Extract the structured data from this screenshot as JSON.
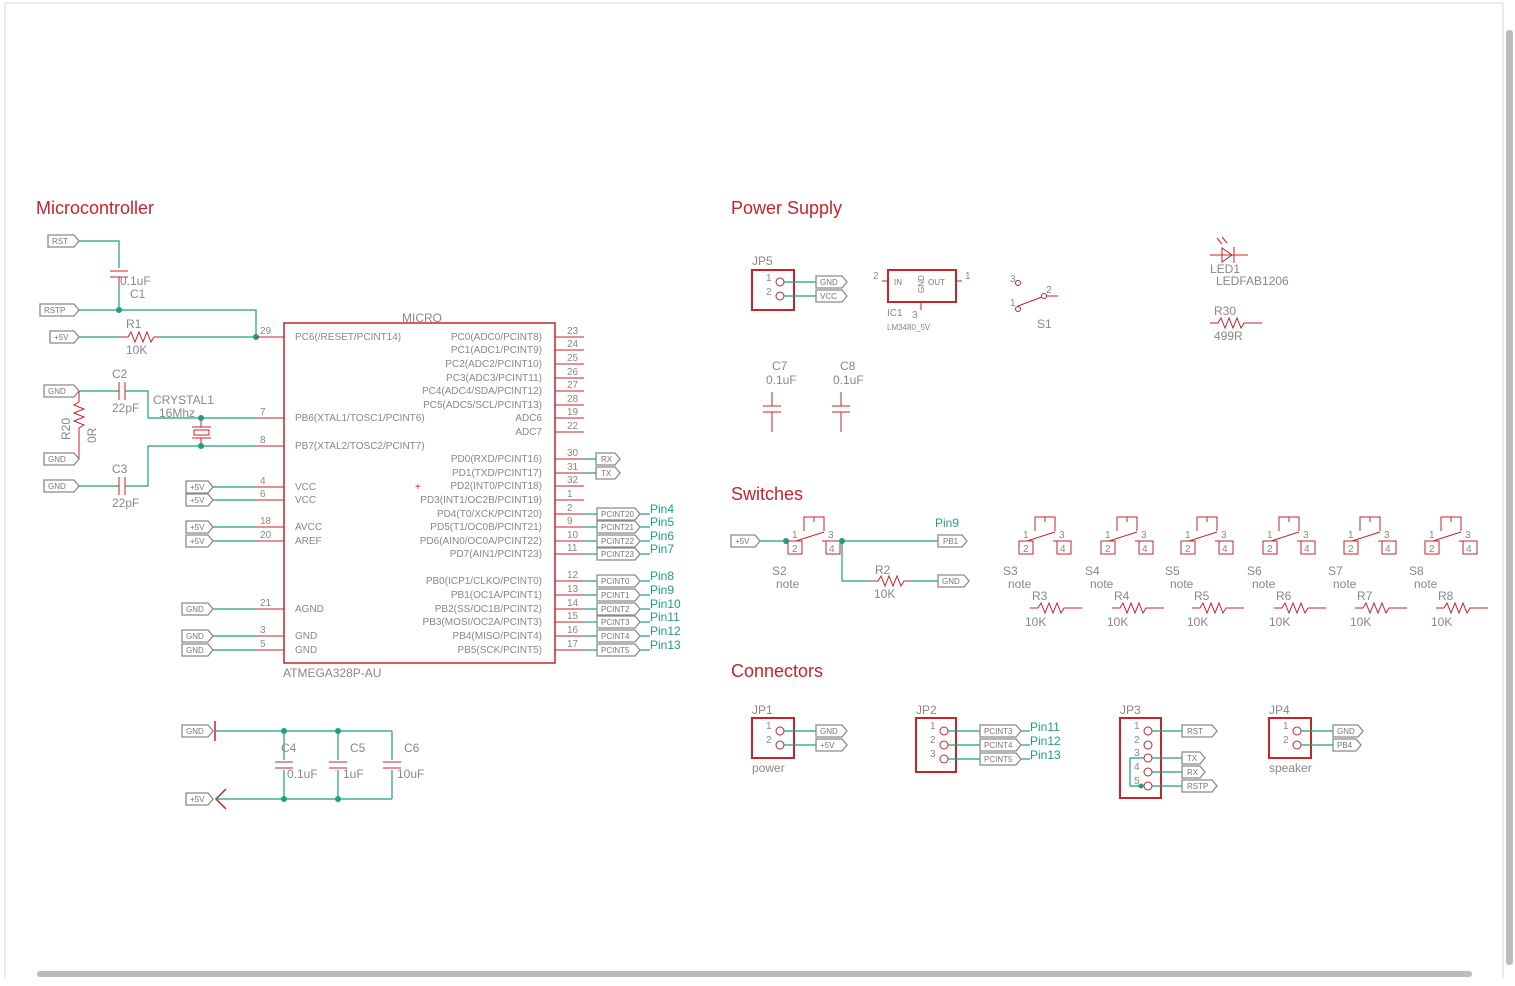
{
  "sections": {
    "microcontroller": "Microcontroller",
    "power_supply": "Power Supply",
    "switches": "Switches",
    "connectors": "Connectors"
  },
  "ports": {
    "rst": "RST",
    "rstp": "RSTP",
    "vcc5": "+5V",
    "gnd": "GND",
    "rx": "RX",
    "tx": "TX",
    "vcc": "VCC",
    "pb1": "PB1",
    "pb4": "PB4"
  },
  "mcu": {
    "name": "MICRO",
    "value": "ATMEGA328P-AU",
    "left_pins": [
      {
        "name": "PC6(/RESET/PCINT14)",
        "num": "29"
      },
      {
        "name": "PB6(XTAL1/TOSC1/PCINT6)",
        "num": "7"
      },
      {
        "name": "PB7(XTAL2/TOSC2/PCINT7)",
        "num": "8"
      },
      {
        "name": "VCC",
        "num": "4"
      },
      {
        "name": "VCC",
        "num": "6"
      },
      {
        "name": "AVCC",
        "num": "18"
      },
      {
        "name": "AREF",
        "num": "20"
      },
      {
        "name": "AGND",
        "num": "21"
      },
      {
        "name": "GND",
        "num": "3"
      },
      {
        "name": "GND",
        "num": "5"
      }
    ],
    "right_pins": [
      {
        "name": "PC0(ADC0/PCINT8)",
        "num": "23"
      },
      {
        "name": "PC1(ADC1/PCINT9)",
        "num": "24"
      },
      {
        "name": "PC2(ADC2/PCINT10)",
        "num": "25"
      },
      {
        "name": "PC3(ADC3/PCINT11)",
        "num": "26"
      },
      {
        "name": "PC4(ADC4/SDA/PCINT12)",
        "num": "27"
      },
      {
        "name": "PC5(ADC5/SCL/PCINT13)",
        "num": "28"
      },
      {
        "name": "ADC6",
        "num": "19"
      },
      {
        "name": "ADC7",
        "num": "22"
      },
      {
        "name": "PD0(RXD/PCINT16)",
        "num": "30"
      },
      {
        "name": "PD1(TXD/PCINT17)",
        "num": "31"
      },
      {
        "name": "PD2(INT0/PCINT18)",
        "num": "32"
      },
      {
        "name": "PD3(INT1/OC2B/PCINT19)",
        "num": "1"
      },
      {
        "name": "PD4(T0/XCK/PCINT20)",
        "num": "2"
      },
      {
        "name": "PD5(T1/OC0B/PCINT21)",
        "num": "9"
      },
      {
        "name": "PD6(AIN0/OC0A/PCINT22)",
        "num": "10"
      },
      {
        "name": "PD7(AIN1/PCINT23)",
        "num": "11"
      },
      {
        "name": "PB0(ICP1/CLKO/PCINT0)",
        "num": "12"
      },
      {
        "name": "PB1(OC1A/PCINT1)",
        "num": "13"
      },
      {
        "name": "PB2(SS/OC1B/PCINT2)",
        "num": "14"
      },
      {
        "name": "PB3(MOSI/OC2A/PCINT3)",
        "num": "15"
      },
      {
        "name": "PB4(MISO/PCINT4)",
        "num": "16"
      },
      {
        "name": "PB5(SCK/PCINT5)",
        "num": "17"
      }
    ]
  },
  "pcint_ports": [
    {
      "port": "PCINT20",
      "net": "Pin4"
    },
    {
      "port": "PCINT21",
      "net": "Pin5"
    },
    {
      "port": "PCINT22",
      "net": "Pin6"
    },
    {
      "port": "PCINT23",
      "net": "Pin7"
    },
    {
      "port": "PCINT0",
      "net": "Pin8"
    },
    {
      "port": "PCINT1",
      "net": "Pin9"
    },
    {
      "port": "PCINT2",
      "net": "Pin10"
    },
    {
      "port": "PCINT3",
      "net": "Pin11"
    },
    {
      "port": "PCINT4",
      "net": "Pin12"
    },
    {
      "port": "PCINT5",
      "net": "Pin13"
    }
  ],
  "parts": {
    "c1": {
      "name": "C1",
      "value": "0.1uF"
    },
    "r1": {
      "name": "R1",
      "value": "10K"
    },
    "c2": {
      "name": "C2",
      "value": "22pF"
    },
    "c3": {
      "name": "C3",
      "value": "22pF"
    },
    "r20": {
      "name": "R20",
      "value": "0R"
    },
    "crystal": {
      "name": "CRYSTAL1",
      "value": "16Mhz"
    },
    "c4": {
      "name": "C4",
      "value": "0.1uF"
    },
    "c5": {
      "name": "C5",
      "value": "1uF"
    },
    "c6": {
      "name": "C6",
      "value": "10uF"
    },
    "jp5": {
      "name": "JP5"
    },
    "ic1": {
      "name": "IC1",
      "value": "LM3480_5V",
      "in": "IN",
      "out": "OUT",
      "gnd": "GND"
    },
    "s1": {
      "name": "S1"
    },
    "led1": {
      "name": "LED1",
      "value": "LEDFAB1206"
    },
    "r30": {
      "name": "R30",
      "value": "499R"
    },
    "c7": {
      "name": "C7",
      "value": "0.1uF"
    },
    "c8": {
      "name": "C8",
      "value": "0.1uF"
    },
    "s2": {
      "name": "S2",
      "value": "note"
    },
    "r2": {
      "name": "R2",
      "value": "10K"
    },
    "pin9_net": "Pin9",
    "jp1": {
      "name": "JP1",
      "value": "power"
    },
    "jp2": {
      "name": "JP2"
    },
    "jp3": {
      "name": "JP3"
    },
    "jp4": {
      "name": "JP4",
      "value": "speaker"
    }
  },
  "switch_array": [
    {
      "switch": "S3",
      "value": "note",
      "resistor": "R3",
      "rvalue": "10K"
    },
    {
      "switch": "S4",
      "value": "note",
      "resistor": "R4",
      "rvalue": "10K"
    },
    {
      "switch": "S5",
      "value": "note",
      "resistor": "R5",
      "rvalue": "10K"
    },
    {
      "switch": "S6",
      "value": "note",
      "resistor": "R6",
      "rvalue": "10K"
    },
    {
      "switch": "S7",
      "value": "note",
      "resistor": "R7",
      "rvalue": "10K"
    },
    {
      "switch": "S8",
      "value": "note",
      "resistor": "R8",
      "rvalue": "10K"
    }
  ],
  "jp2_ports": [
    {
      "port": "PCINT3",
      "net": "Pin11"
    },
    {
      "port": "PCINT4",
      "net": "Pin12"
    },
    {
      "port": "PCINT5",
      "net": "Pin13"
    }
  ],
  "jp3_ports": [
    "RST",
    "TX",
    "RX",
    "RSTP"
  ],
  "colors": {
    "part": "#c8232b",
    "wire": "#1f9e82",
    "port": "#8a8a8a",
    "label": "#888888"
  }
}
